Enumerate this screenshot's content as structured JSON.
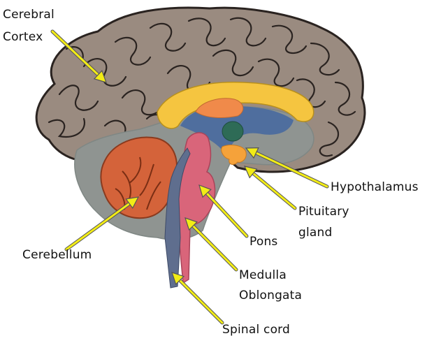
{
  "labels": {
    "cerebral_cortex": [
      "Cerebral",
      "Cortex"
    ],
    "hypothalamus": [
      "Hypothalamus"
    ],
    "pituitary_gland": [
      "Pituitary",
      "gland"
    ],
    "pons": [
      "Pons"
    ],
    "cerebellum": [
      "Cerebellum"
    ],
    "medulla_oblongata": [
      "Medulla",
      "Oblongata"
    ],
    "spinal_cord": [
      "Spinal cord"
    ]
  },
  "colors": {
    "cortex": "#9a8b80",
    "cortex_outline": "#2a2320",
    "gyri_lines": "#2a2320",
    "inner_region": "#8f9491",
    "inner_shadow": "#7f8784",
    "cerebellum": "#d4633a",
    "brainstem": "#d9657a",
    "spinal_cord": "#5f6e8e",
    "corpus_callosum": "#f5c540",
    "thalamus": "#f08a4a",
    "hypothalamus": "#2e6b56",
    "pituitary": "#f5a23a",
    "ventricle": "#4f6e9e",
    "arrow": "#f2ec16",
    "arrow_outline": "#555555"
  }
}
